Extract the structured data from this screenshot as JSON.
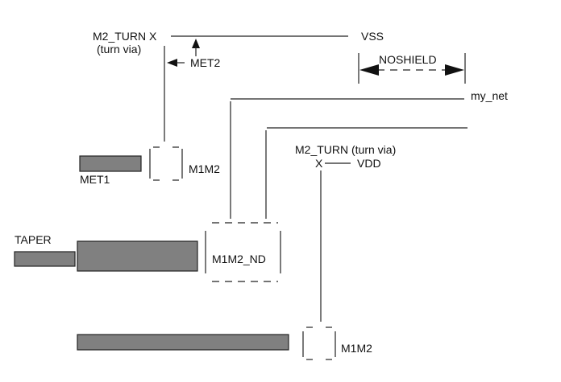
{
  "diagram": {
    "colors": {
      "metal_fill": "#808080",
      "line": "#222222",
      "text": "#111111",
      "background": "#ffffff"
    },
    "labels": {
      "turn_via_top": "M2_TURN X",
      "turn_via_top_sub": "(turn via)",
      "vss": "VSS",
      "met2": "MET2",
      "noshield": "NOSHIELD",
      "my_net": "my_net",
      "turn_via_right": "M2_TURN (turn via)",
      "turn_via_right_x": "X",
      "vdd": "VDD",
      "met1": "MET1",
      "m1m2_top": "M1M2",
      "taper": "TAPER",
      "m1m2_nd": "M1M2_ND",
      "m1m2_bottom": "M1M2"
    }
  }
}
